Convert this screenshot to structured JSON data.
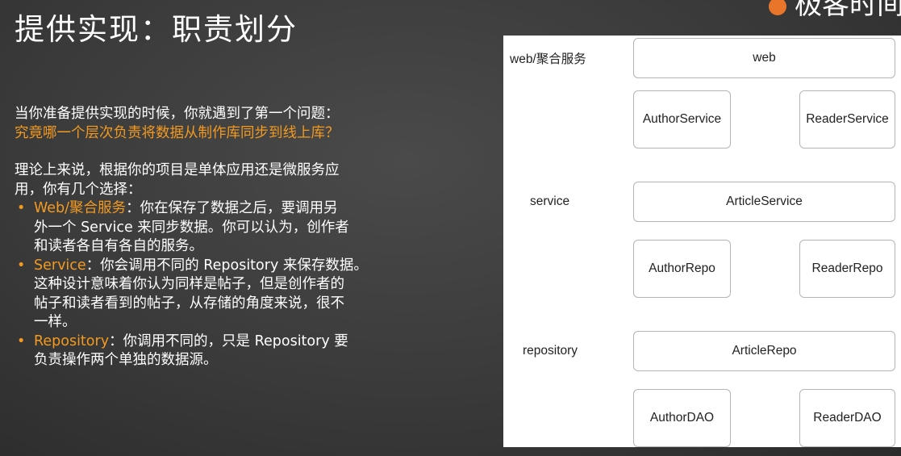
{
  "slide": {
    "title": "提供实现：职责划分",
    "logo_text": "极客时间"
  },
  "content": {
    "intro_line": "当你准备提供实现的时候，你就遇到了第一个问题：",
    "question_line": "究竟哪一个层次负责将数据从制作库同步到线上库？",
    "theory_line1": "理论上来说，根据你的项目是单体应用还是微服务应",
    "theory_line2": "用，你有几个选择：",
    "bullets": [
      {
        "marker": "•",
        "term": "Web/聚合服务",
        "lines": [
          "：你在保存了数据之后，要调用另",
          "外一个 Service 来同步数据。你可以认为，创作者",
          "和读者各自有各自的服务。"
        ]
      },
      {
        "marker": "•",
        "term": "Service",
        "lines": [
          "：你会调用不同的 Repository 来保存数据。",
          "这种设计意味着你认为同样是帖子，但是创作者的",
          "帖子和读者看到的帖子，从存储的角度来说，很不",
          "一样。"
        ]
      },
      {
        "marker": "•",
        "term": "Repository",
        "lines": [
          "：你调用不同的，只是 Repository 要",
          "负责操作两个单独的数据源。"
        ]
      }
    ]
  },
  "diagram": {
    "layers": {
      "web": "web/聚合服务",
      "service": "service",
      "repository": "repository"
    },
    "boxes": {
      "web": "web",
      "author_service": "AuthorService",
      "reader_service": "ReaderService",
      "article_service": "ArticleService",
      "author_repo": "AuthorRepo",
      "reader_repo": "ReaderRepo",
      "article_repo": "ArticleRepo",
      "author_dao": "AuthorDAO",
      "reader_dao": "ReaderDAO"
    }
  },
  "colors": {
    "background": "#3a3a3a",
    "accent_orange": "#f39a1f",
    "text": "#ffffff",
    "diagram_bg": "#ffffff"
  }
}
